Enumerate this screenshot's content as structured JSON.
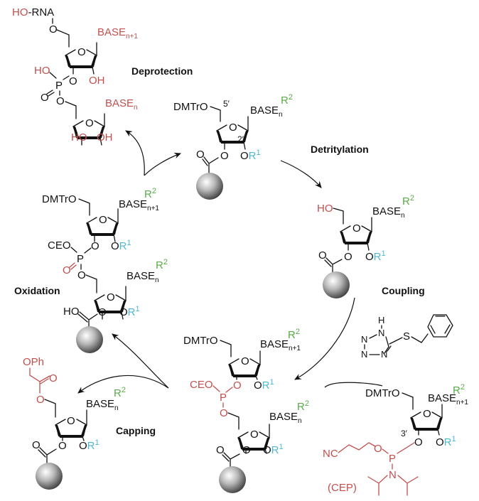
{
  "title": "Solid-phase RNA synthesis cycle",
  "colors": {
    "black": "#111111",
    "red": "#c0504d",
    "green": "#5aab4a",
    "blue": "#4fb8d0",
    "bead": "#888888"
  },
  "steps": {
    "deprotection": "Deprotection",
    "detritylation": "Detritylation",
    "coupling": "Coupling",
    "oxidation": "Oxidation",
    "capping": "Capping"
  },
  "labels": {
    "dmtro": "DMTrO",
    "ho": "HO",
    "oh": "OH",
    "o": "O",
    "p": "P",
    "s": "S",
    "n": "N",
    "h": "H",
    "nc": "NC",
    "ceo": "CEO",
    "base": "BASE",
    "sub_n": "n",
    "sub_n1": "n+1",
    "r1": "R",
    "r1_sup": "1",
    "r2": "R",
    "r2_sup": "2",
    "prime5": "5′",
    "prime2": "2′",
    "prime3": "3′",
    "ho_rna": "HO",
    "rna": "-RNA",
    "oph": "OPh",
    "cep": "(CEP)",
    "o_eq": "O"
  }
}
